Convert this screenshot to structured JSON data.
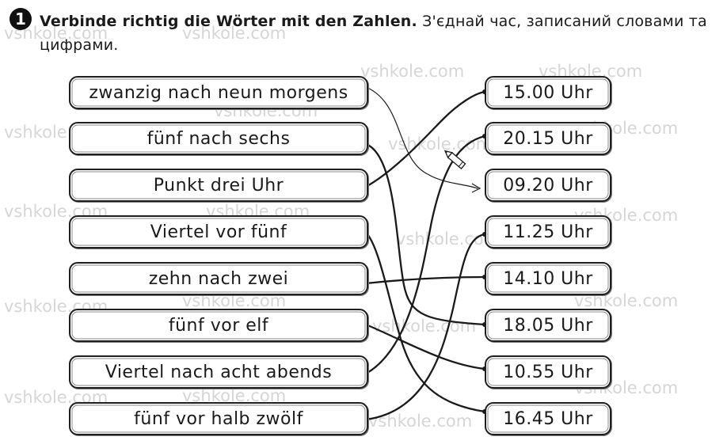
{
  "exercise_number": "1",
  "instruction": {
    "german": "Verbinde richtig die Wörter mit den Zahlen.",
    "ukrainian": "З'єднай час, записаний словами та цифрами."
  },
  "watermark": "vshkole.com",
  "phrases": [
    "zwanzig nach neun morgens",
    "fünf nach sechs",
    "Punkt drei Uhr",
    "Viertel vor fünf",
    "zehn nach zwei",
    "fünf vor elf",
    "Viertel nach acht abends",
    "fünf vor halb zwölf"
  ],
  "times": [
    "15.00 Uhr",
    "20.15 Uhr",
    "09.20 Uhr",
    "11.25 Uhr",
    "14.10 Uhr",
    "18.05 Uhr",
    "10.55 Uhr",
    "16.45 Uhr"
  ],
  "pencil_icon": "pencil-icon"
}
